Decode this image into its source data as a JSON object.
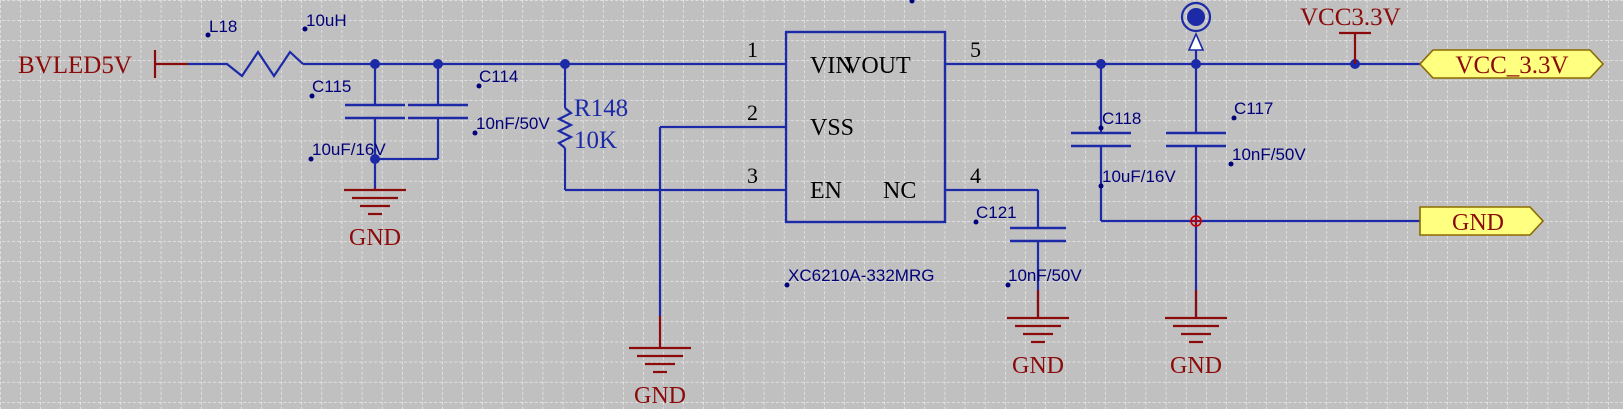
{
  "colors": {
    "background": "#c0c0c0",
    "grid": "#ffffff",
    "wire": "#1c2aa8",
    "power": "#8b0a0a",
    "port_fill": "#ffff80",
    "label": "#00007a"
  },
  "input_net": {
    "label": "BVLED5V"
  },
  "inductor": {
    "ref": "L18",
    "value": "10uH"
  },
  "capacitors": {
    "c115": {
      "ref": "C115",
      "value": "10uF/16V"
    },
    "c114": {
      "ref": "C114",
      "value": "10nF/50V"
    },
    "c121": {
      "ref": "C121",
      "value": "10nF/50V"
    },
    "c118": {
      "ref": "C118",
      "value": "10uF/16V"
    },
    "c117": {
      "ref": "C117",
      "value": "10nF/50V"
    }
  },
  "resistor": {
    "ref": "R148",
    "value": "10K"
  },
  "regulator": {
    "part": "XC6210A-332MRG",
    "pins": [
      {
        "num": "1",
        "name": "VIN"
      },
      {
        "num": "2",
        "name": "VSS"
      },
      {
        "num": "3",
        "name": "EN"
      },
      {
        "num": "4",
        "name": "NC"
      },
      {
        "num": "5",
        "name": "VOUT"
      }
    ]
  },
  "grounds": {
    "label": "GND"
  },
  "power_port": {
    "label": "VCC3.3V"
  },
  "output_ports": {
    "vcc": {
      "label": "VCC_3.3V"
    },
    "gnd": {
      "label": "GND"
    }
  }
}
